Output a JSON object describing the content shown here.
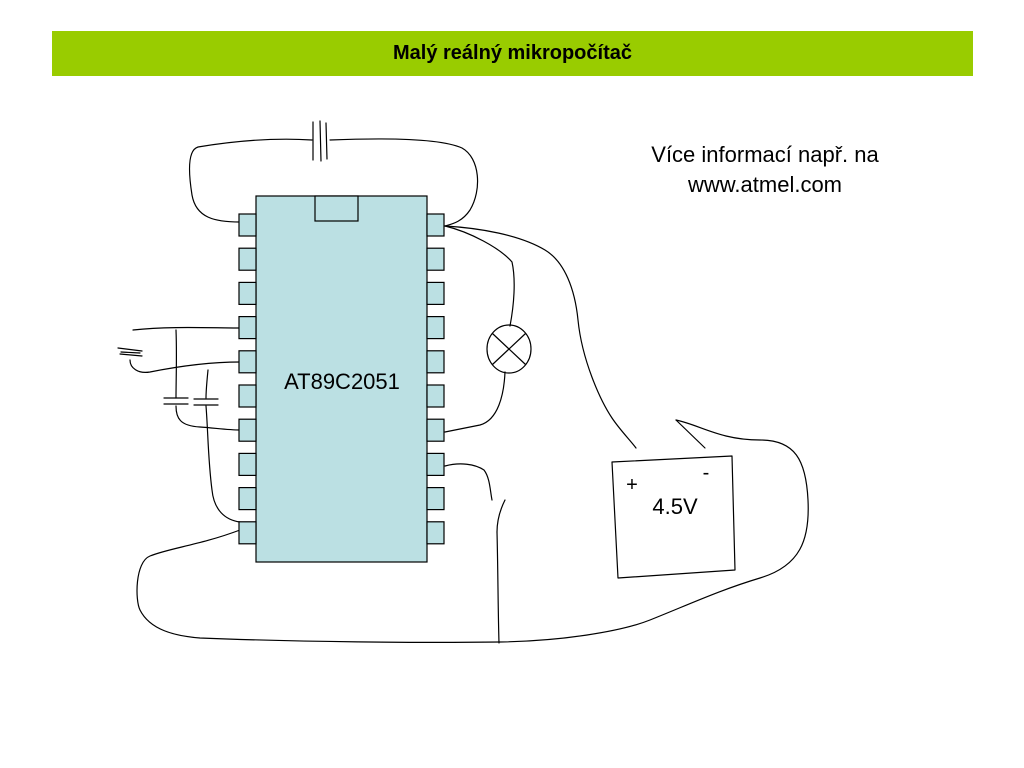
{
  "title": "Malý reálný mikropočítač",
  "info": {
    "line1": "Více informací např. na",
    "line2": "www.atmel.com"
  },
  "chip": {
    "label": "AT89C2051",
    "pins_per_side": 10
  },
  "battery": {
    "voltage": "4.5V",
    "plus": "+",
    "minus": "-"
  },
  "colors": {
    "title_bar": "#99cc00",
    "chip_fill": "#bbe0e3",
    "pin_fill": "#bbe0e3"
  }
}
